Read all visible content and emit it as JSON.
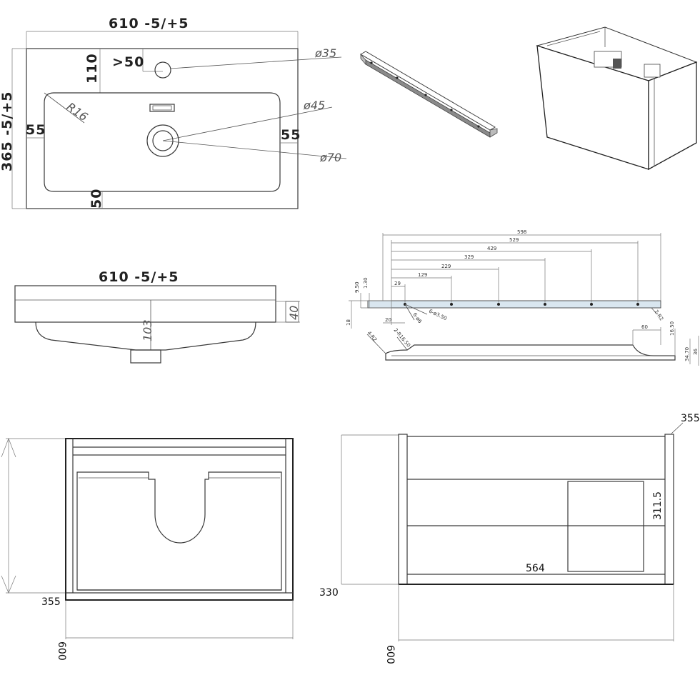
{
  "basin_top_view": {
    "width": "610 -5/+5",
    "depth": "365 -5/+5",
    "tap_hole_offset": ">50",
    "top_margin": "110",
    "left_margin": "55",
    "right_margin": "55",
    "bottom_margin": "50",
    "corner_radius": "R16",
    "tap_hole_diameter": "ø35",
    "drain_diameter": "ø45",
    "bowl_diameter": "ø70"
  },
  "basin_side_view": {
    "width": "610 -5/+5",
    "bowl_depth": "103",
    "rim_height": "40"
  },
  "rail_drawing": {
    "overall": "598",
    "spans": [
      "529",
      "429",
      "329",
      "229",
      "129",
      "29"
    ],
    "left_dims": [
      "9.50",
      "1.30",
      "18"
    ],
    "start_offset": "20",
    "hole_spec": "6-ø3.50",
    "screw_spec": "6-ø6",
    "end_spec": "2-R2",
    "lower_left": "4-R2",
    "lower_left2": "2-R16.50",
    "notch_width": "60",
    "notch_height": "16.50",
    "right_dims": [
      "34.70",
      "36"
    ]
  },
  "cabinet_front_view": {
    "depth": "355",
    "width": "600"
  },
  "cabinet_inner_view": {
    "height": "330",
    "width": "600",
    "inner_width": "564",
    "inner_height": "311.5",
    "depth_label": "355"
  }
}
